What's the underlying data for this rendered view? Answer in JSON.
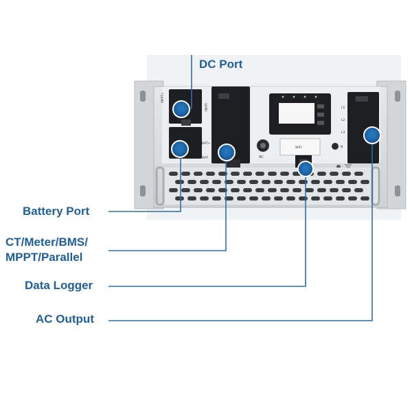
{
  "colors": {
    "accent": "#1f6fb5",
    "label": "#1f5f99",
    "line": "#2c6ea8",
    "chassis": "#dcdde0",
    "panel": "#eeeff1",
    "module": "#1d1f22"
  },
  "callouts": [
    {
      "id": "dc-port",
      "label": "DC Port"
    },
    {
      "id": "battery-port",
      "label": "Battery Port"
    },
    {
      "id": "comm-port",
      "label": "CT/Meter/BMS/\nMPPT/Parallel"
    },
    {
      "id": "data-logger",
      "label": "Data Logger"
    },
    {
      "id": "ac-output",
      "label": "AC Output"
    }
  ],
  "device_labels": {
    "mppt_plus": "MPPT+",
    "mppt_minus": "MPPT-",
    "bat_plus": "BAT+",
    "bat_minus": "BAT-",
    "ac": "AC",
    "wifi": "WIFI",
    "n": "N",
    "l1": "L1",
    "l2": "L2",
    "l3": "L3"
  },
  "icons": [
    "port-marker-icon",
    "ground-icon"
  ]
}
